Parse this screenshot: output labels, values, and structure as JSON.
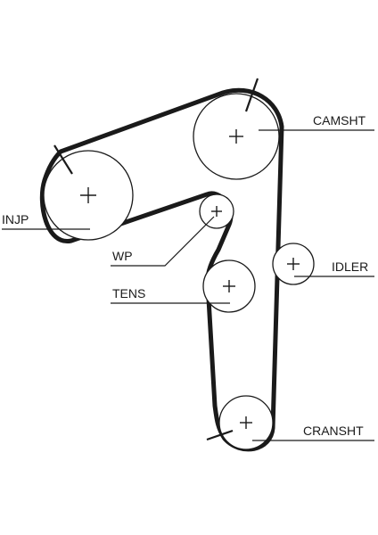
{
  "diagram": {
    "labels": {
      "camshaft": "CAMSHT",
      "injection_pump": "INJP",
      "water_pump": "WP",
      "idler": "IDLER",
      "tensioner": "TENS",
      "crankshaft": "CRANSHT"
    },
    "colors": {
      "line": "#1a1a1a",
      "background": "#ffffff"
    }
  }
}
